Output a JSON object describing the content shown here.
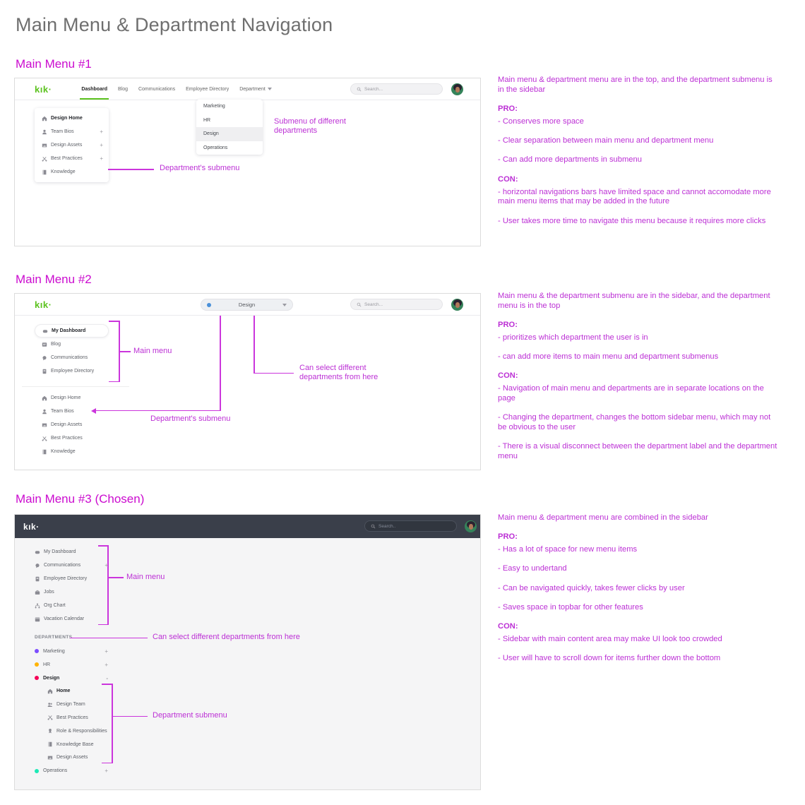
{
  "title": "Main Menu & Department Navigation",
  "logo": "kık·",
  "search": {
    "placeholder_light": "Search...",
    "placeholder_dark": "Search.."
  },
  "colors": {
    "annotation_magenta": "#cb35dc",
    "brand_green": "#5bc21e",
    "topbar_dark": "#3a3f4a",
    "selected_dot_blue": "#4a90d9"
  },
  "sections": {
    "s1": {
      "heading": "Main Menu #1",
      "nav": [
        "Dashboard",
        "Blog",
        "Communications",
        "Employee Directory",
        "Department"
      ],
      "sidebar": [
        {
          "icon": "home",
          "label": "Design Home",
          "plus": ""
        },
        {
          "icon": "person",
          "label": "Team Bios",
          "plus": "+"
        },
        {
          "icon": "image",
          "label": "Design Assets",
          "plus": "+"
        },
        {
          "icon": "scissors",
          "label": "Best Practices",
          "plus": "+"
        },
        {
          "icon": "book",
          "label": "Knowledge",
          "plus": ""
        }
      ],
      "dropdown": [
        "Marketing",
        "HR",
        "Design",
        "Operations"
      ],
      "ann_dropdown": "Submenu of different departments",
      "ann_sidebar": "Department's submenu",
      "intro": "Main menu & department menu are in the top, and the department submenu is in the sidebar",
      "pro_label": "PRO:",
      "pros": [
        "- Conserves more space",
        "- Clear separation between main menu and department menu",
        "- Can add more departments in submenu"
      ],
      "con_label": "CON:",
      "cons": [
        "- horizontal navigations bars have limited space and cannot accomodate more main menu items that may be added in the future",
        "- User takes more time to navigate this menu because it requires more clicks"
      ]
    },
    "s2": {
      "heading": "Main Menu #2",
      "dropdown_value": "Design",
      "main_menu": [
        {
          "icon": "dashboard",
          "label": "My Dashboard"
        },
        {
          "icon": "blog",
          "label": "Blog"
        },
        {
          "icon": "chat",
          "label": "Communications"
        },
        {
          "icon": "contact",
          "label": "Employee Directory"
        }
      ],
      "submenu": [
        {
          "icon": "home",
          "label": "Design Home"
        },
        {
          "icon": "person",
          "label": "Team Bios"
        },
        {
          "icon": "image",
          "label": "Design Assets"
        },
        {
          "icon": "scissors",
          "label": "Best Practices"
        },
        {
          "icon": "book",
          "label": "Knowledge"
        }
      ],
      "ann_main": "Main menu",
      "ann_submenu": "Department's submenu",
      "ann_select": "Can select different departments from here",
      "intro": "Main menu & the department submenu are in the sidebar, and the department menu is in the top",
      "pro_label": "PRO:",
      "pros": [
        "- prioritizes which department the user is in",
        "- can add more items to main menu and department submenus"
      ],
      "con_label": "CON:",
      "cons": [
        "- Navigation of main menu and departments are in separate locations on the page",
        "- Changing the department, changes the bottom sidebar menu, which may not be obvious to the user",
        "- There is a visual disconnect between the department label and  the department menu"
      ]
    },
    "s3": {
      "heading": "Main Menu #3 (Chosen)",
      "main_menu": [
        {
          "icon": "dashboard",
          "label": "My Dashboard",
          "plus": ""
        },
        {
          "icon": "chat",
          "label": "Communications",
          "plus": "+"
        },
        {
          "icon": "contact",
          "label": "Employee Directory",
          "plus": ""
        },
        {
          "icon": "briefcase",
          "label": "Jobs",
          "plus": ""
        },
        {
          "icon": "orgchart",
          "label": "Org Chart",
          "plus": ""
        },
        {
          "icon": "calendar",
          "label": "Vacation Calendar",
          "plus": ""
        }
      ],
      "departments_label": "DEPARTMENTS",
      "departments": [
        {
          "label": "Marketing",
          "toggle": "+",
          "color": "#7c4dff"
        },
        {
          "label": "HR",
          "toggle": "+",
          "color": "#ffb300"
        },
        {
          "label": "Design",
          "toggle": "-",
          "color": "#f50057"
        },
        {
          "label": "Operations",
          "toggle": "+",
          "color": "#1de9b6"
        }
      ],
      "design_submenu": [
        {
          "icon": "home",
          "label": "Home"
        },
        {
          "icon": "people",
          "label": "Design Team"
        },
        {
          "icon": "scissors",
          "label": "Best Practices"
        },
        {
          "icon": "award",
          "label": "Role & Responsibilities"
        },
        {
          "icon": "book",
          "label": "Knowledge Base"
        },
        {
          "icon": "image",
          "label": "Design Assets"
        }
      ],
      "ann_main": "Main menu",
      "ann_select": "Can select different departments from here",
      "ann_submenu": "Department submenu",
      "intro": "Main menu & department menu are combined in the sidebar",
      "pro_label": "PRO:",
      "pros": [
        "- Has a lot of space for new menu items",
        "- Easy to undertand",
        "- Can be navigated quickly, takes fewer clicks by user",
        "- Saves space in topbar for other features"
      ],
      "con_label": "CON:",
      "cons": [
        "- Sidebar with main content area may make UI look too crowded",
        "- User will have to scroll down for items further down the bottom"
      ]
    }
  }
}
